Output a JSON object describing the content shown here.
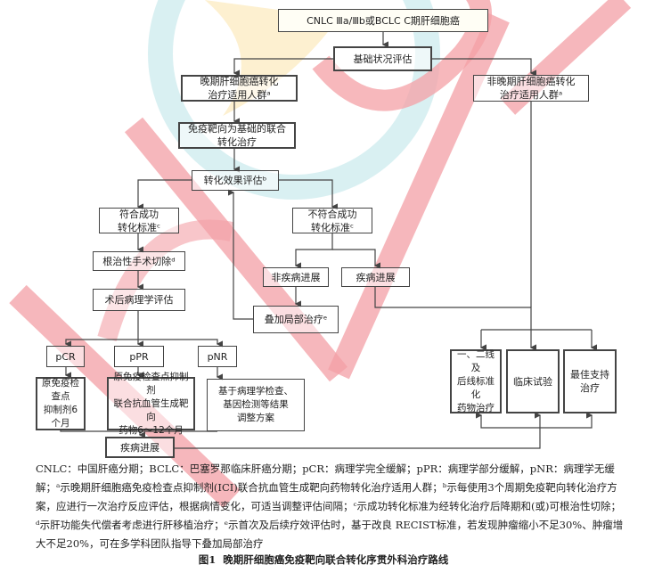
{
  "nodes": {
    "stage": "CNLC Ⅲa/Ⅲb或BCLC C期肝细胞癌",
    "baseline": "基础状况评估",
    "advanced": "晚期肝细胞癌转化\n治疗适用人群ᵃ",
    "non_advanced": "非晚期肝细胞癌转化\n治疗适用人群ᵃ",
    "combo": "免疫靶向为基础的联合\n转化治疗",
    "eval": "转化效果评估ᵇ",
    "meet": "符合成功\n转化标准ᶜ",
    "not_meet": "不符合成功\n转化标准ᶜ",
    "resection": "根治性手术切除ᵈ",
    "pathology": "术后病理学评估",
    "non_progress": "非疾病进展",
    "progress_right": "疾病进展",
    "local": "叠加局部治疗ᵉ",
    "pcr": "pCR",
    "ppr": "pPR",
    "pnr": "pNR",
    "pcr_tx": "原免疫检查点\n抑制剂6个月",
    "ppr_tx": "原免疫检查点抑制剂\n联合抗血管生成靶向\n药物6～12个月",
    "pnr_tx": "基于病理学检查、\n基因检测等结果\n调整方案",
    "progress_bottom": "疾病进展",
    "std_drug": "一、二线及\n后线标准化\n药物治疗",
    "trial": "临床试验",
    "support": "最佳支持\n治疗"
  },
  "note": "CNLC：中国肝癌分期；BCLC：巴塞罗那临床肝癌分期；pCR：病理学完全缓解；pPR：病理学部分缓解，pNR：病理学无缓解；ᵃ示晚期肝细胞癌免疫检查点抑制剂(ICI)联合抗血管生成靶向药物转化治疗适用人群；ᵇ示每使用3个周期免疫靶向转化治疗方案，应进行一次治疗反应评估，根据病情变化，可适当调整评估间隔；ᶜ示成功转化标准为经转化治疗后降期和(或)可根治性切除；ᵈ示肝功能失代偿者考虑进行肝移植治疗；ᵉ示首次及后续疗效评估时，基于改良 RECIST标准，若发现肿瘤缩小不足30%、肿瘤增大不足20%，可在多学科团队指导下叠加局部治疗",
  "caption": {
    "label": "图1",
    "title": "晚期肝细胞癌免疫靶向联合转化序贯外科治疗路线"
  },
  "colors": {
    "line": "#444444",
    "watermark_red": "#f4a0a6",
    "watermark_cyan": "#bfe6ea",
    "map_yellow": "#fbe6b0"
  }
}
